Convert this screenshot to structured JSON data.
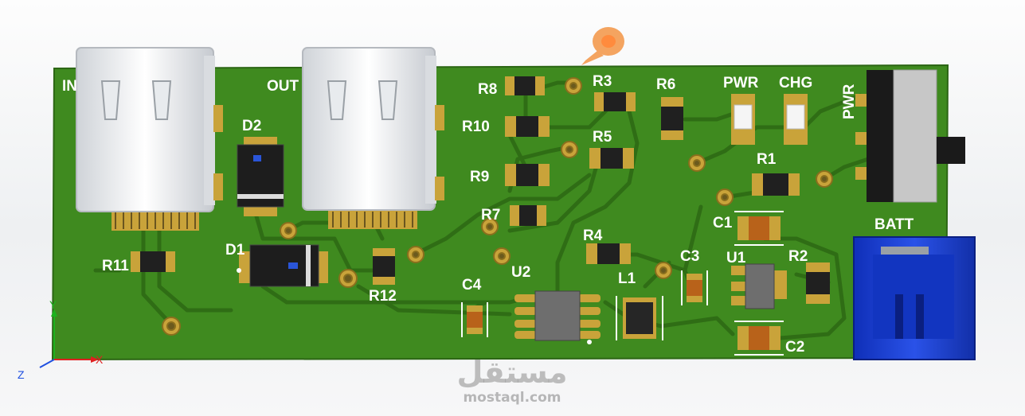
{
  "board": {
    "colors": {
      "board": "#3f8a1f",
      "trace": "#2f6d15",
      "silk": "#ffffff",
      "pad": "#c9a33a",
      "connector": "#1a3fd0"
    },
    "labels": {
      "in": "IN",
      "out": "OUT",
      "d2": "D2",
      "d1": "D1",
      "r11": "R11",
      "r12": "R12",
      "r8": "R8",
      "r10": "R10",
      "r9": "R9",
      "r7": "R7",
      "r3": "R3",
      "r5": "R5",
      "r6": "R6",
      "r4": "R4",
      "r1": "R1",
      "r2": "R2",
      "pwr_led": "PWR",
      "chg_led": "CHG",
      "pwr_switch": "PWR",
      "c1": "C1",
      "c2": "C2",
      "c3": "C3",
      "c4": "C4",
      "u1": "U1",
      "u2": "U2",
      "l1": "L1",
      "batt": "BATT"
    }
  },
  "axes": {
    "x": "X",
    "y": "Y",
    "z": "Z"
  },
  "watermark": {
    "arabic": "مستقل",
    "latin": "mostaql.com"
  }
}
